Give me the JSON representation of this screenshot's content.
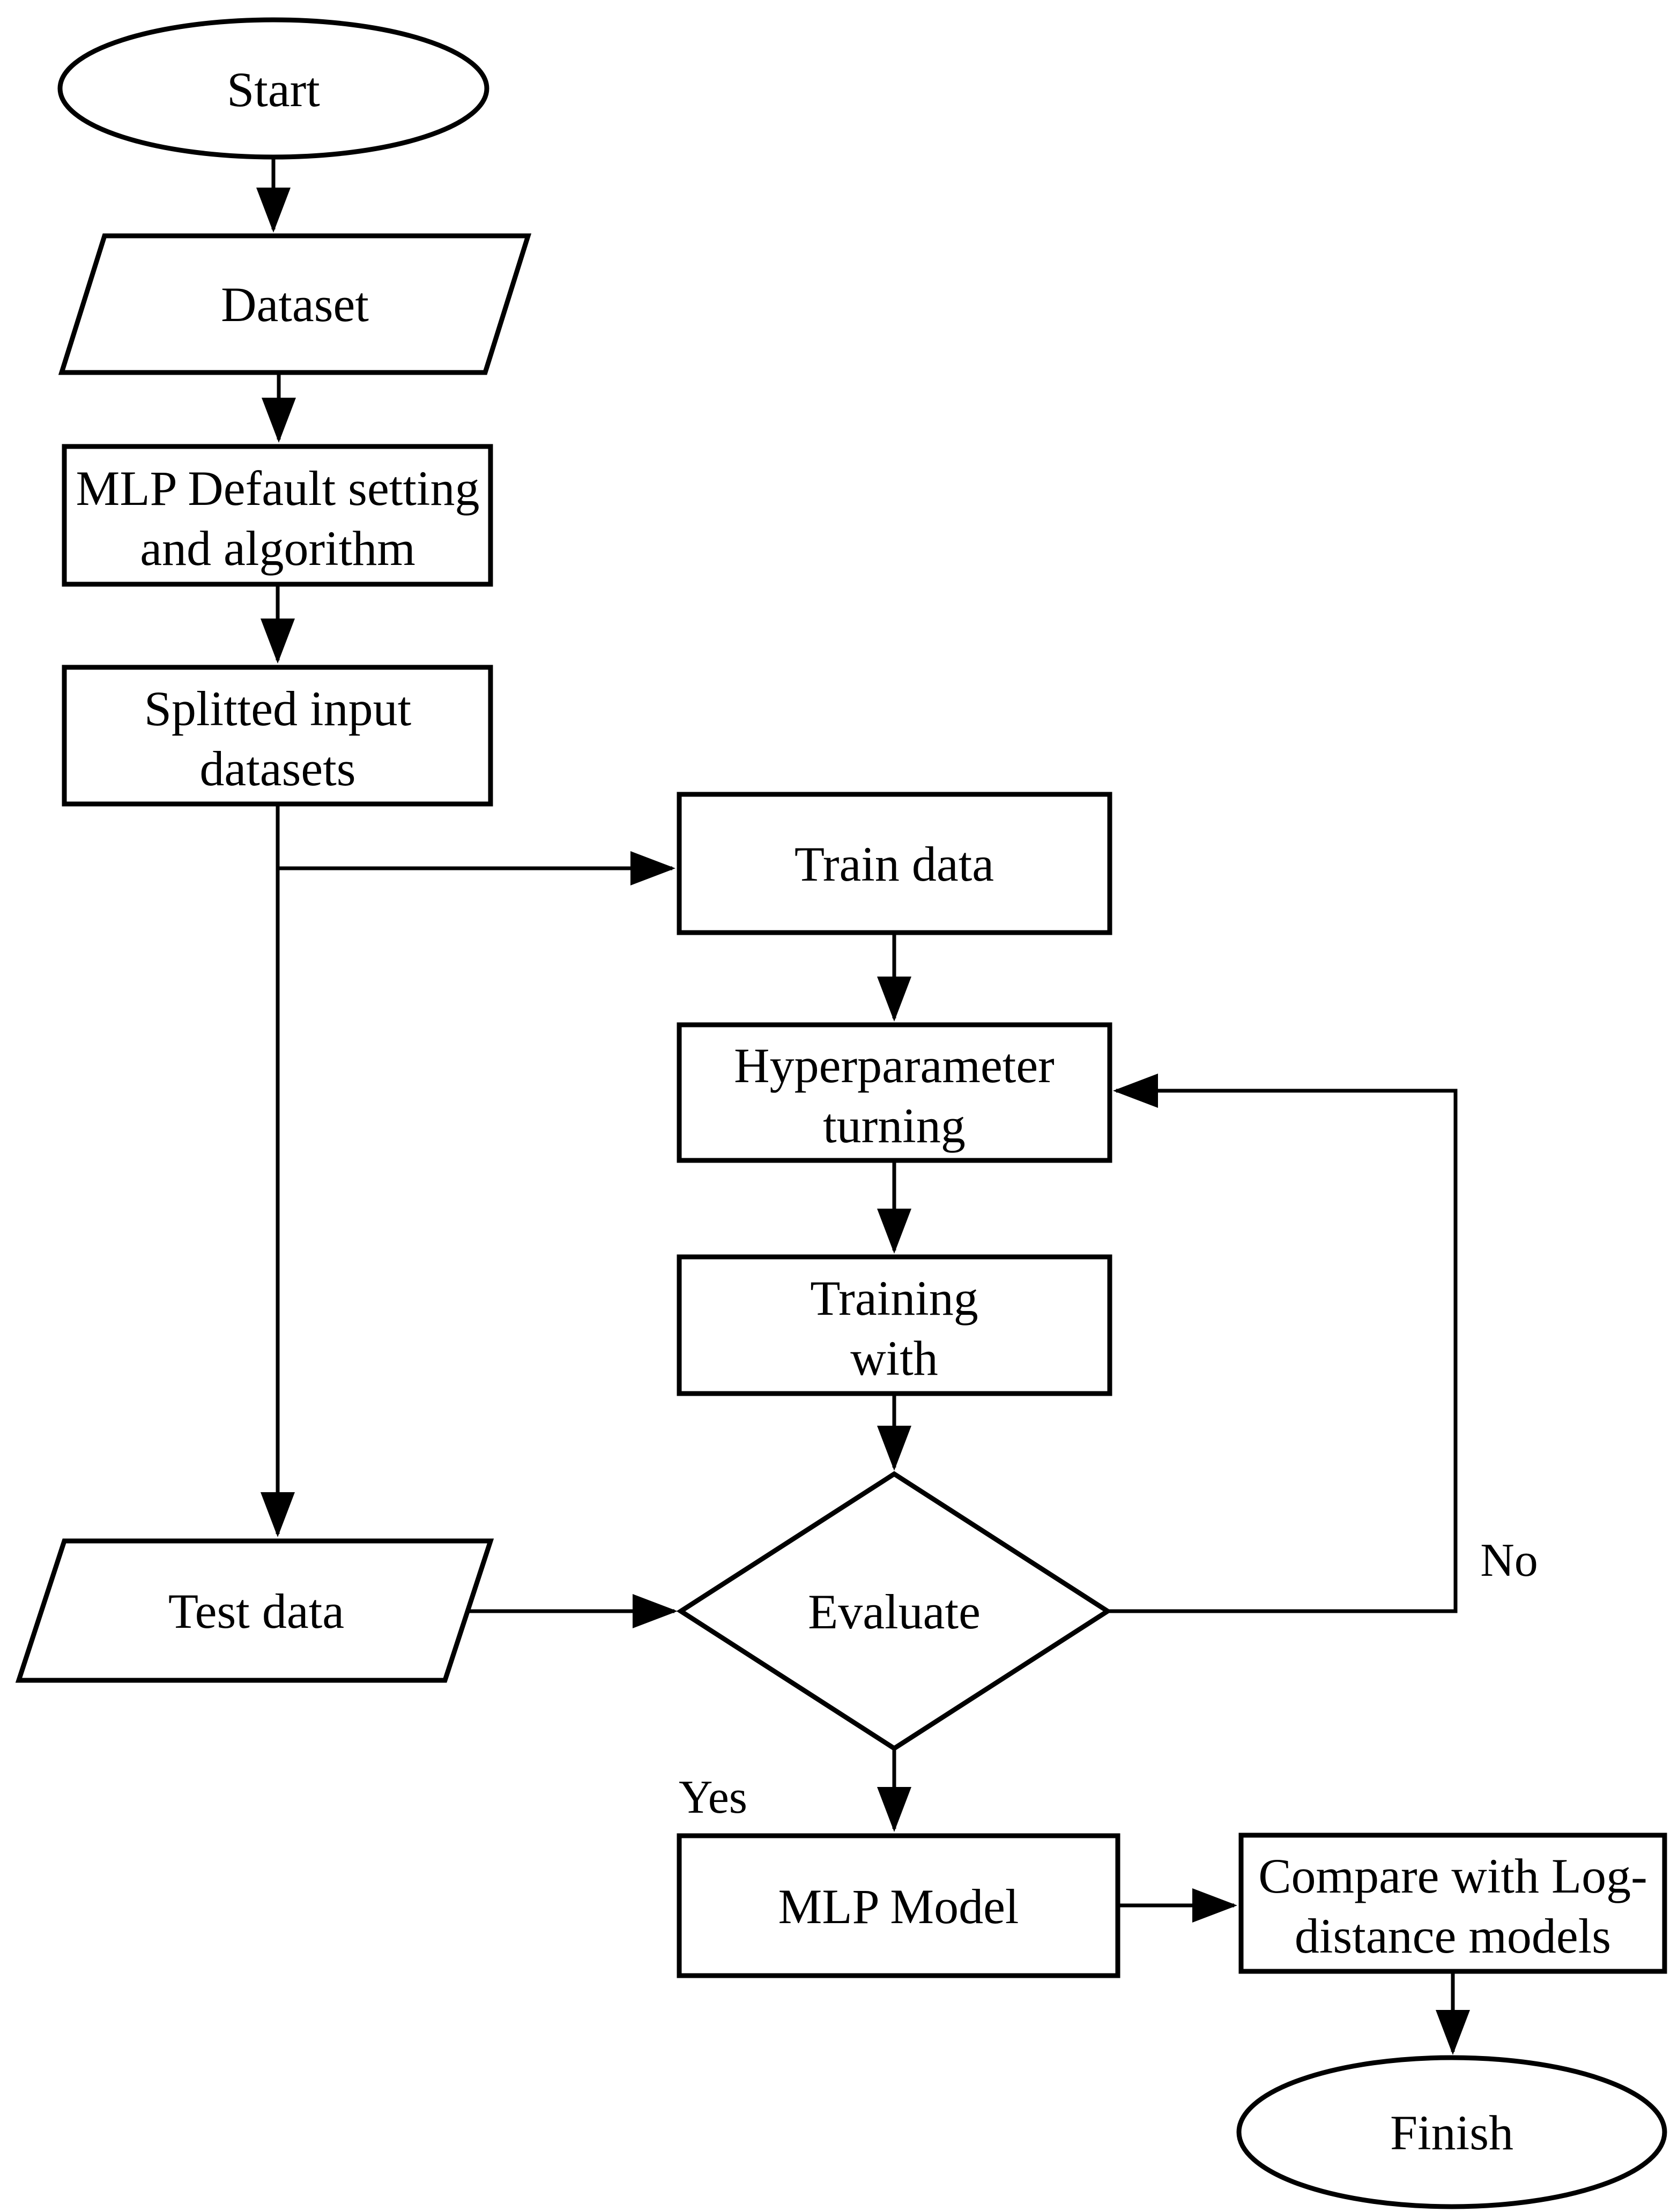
{
  "diagram": {
    "nodes": {
      "start": {
        "label": "Start"
      },
      "dataset": {
        "label": "Dataset"
      },
      "mlp_default": {
        "line1": "MLP Default setting",
        "line2": "and algorithm"
      },
      "splitted": {
        "line1": "Splitted input",
        "line2": "datasets"
      },
      "train_data": {
        "label": "Train data"
      },
      "hyperparameter": {
        "line1": "Hyperparameter",
        "line2": "turning"
      },
      "training_with": {
        "line1": "Training",
        "line2": "with"
      },
      "evaluate": {
        "label": "Evaluate"
      },
      "test_data": {
        "label": "Test data"
      },
      "mlp_model": {
        "label": "MLP Model"
      },
      "compare": {
        "line1": "Compare with Log-",
        "line2": "distance models"
      },
      "finish": {
        "label": "Finish"
      }
    },
    "edge_labels": {
      "yes": "Yes",
      "no": "No"
    },
    "colors": {
      "stroke": "#000000",
      "fill": "#ffffff",
      "background": "#ffffff"
    }
  }
}
